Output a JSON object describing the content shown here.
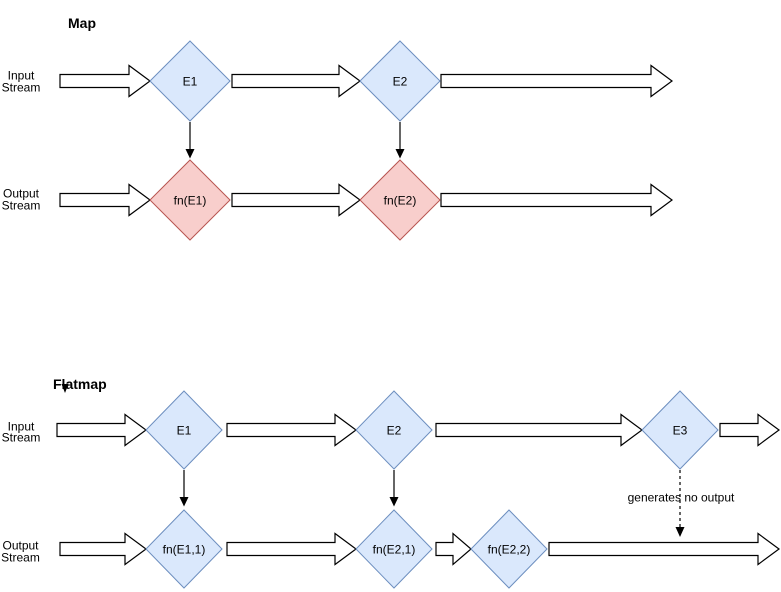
{
  "colors": {
    "event_fill": "#dae8fc",
    "event_stroke": "#6c8ebf",
    "mapped_fill": "#f8cecc",
    "mapped_stroke": "#b85450",
    "arrow_fill": "#ffffff",
    "line": "#000000"
  },
  "map": {
    "title": "Map",
    "input_label": [
      "Input",
      "Stream"
    ],
    "output_label": [
      "Output",
      "Stream"
    ],
    "input_events": [
      "E1",
      "E2"
    ],
    "output_events": [
      "fn(E1)",
      "fn(E2)"
    ]
  },
  "flatmap": {
    "title": "Flatmap",
    "input_label": [
      "Input",
      "Stream"
    ],
    "output_label": [
      "Output",
      "Stream"
    ],
    "input_events": [
      "E1",
      "E2",
      "E3"
    ],
    "output_events": [
      "fn(E1,1)",
      "fn(E2,1)",
      "fn(E2,2)"
    ],
    "annotation": "generates no output"
  }
}
